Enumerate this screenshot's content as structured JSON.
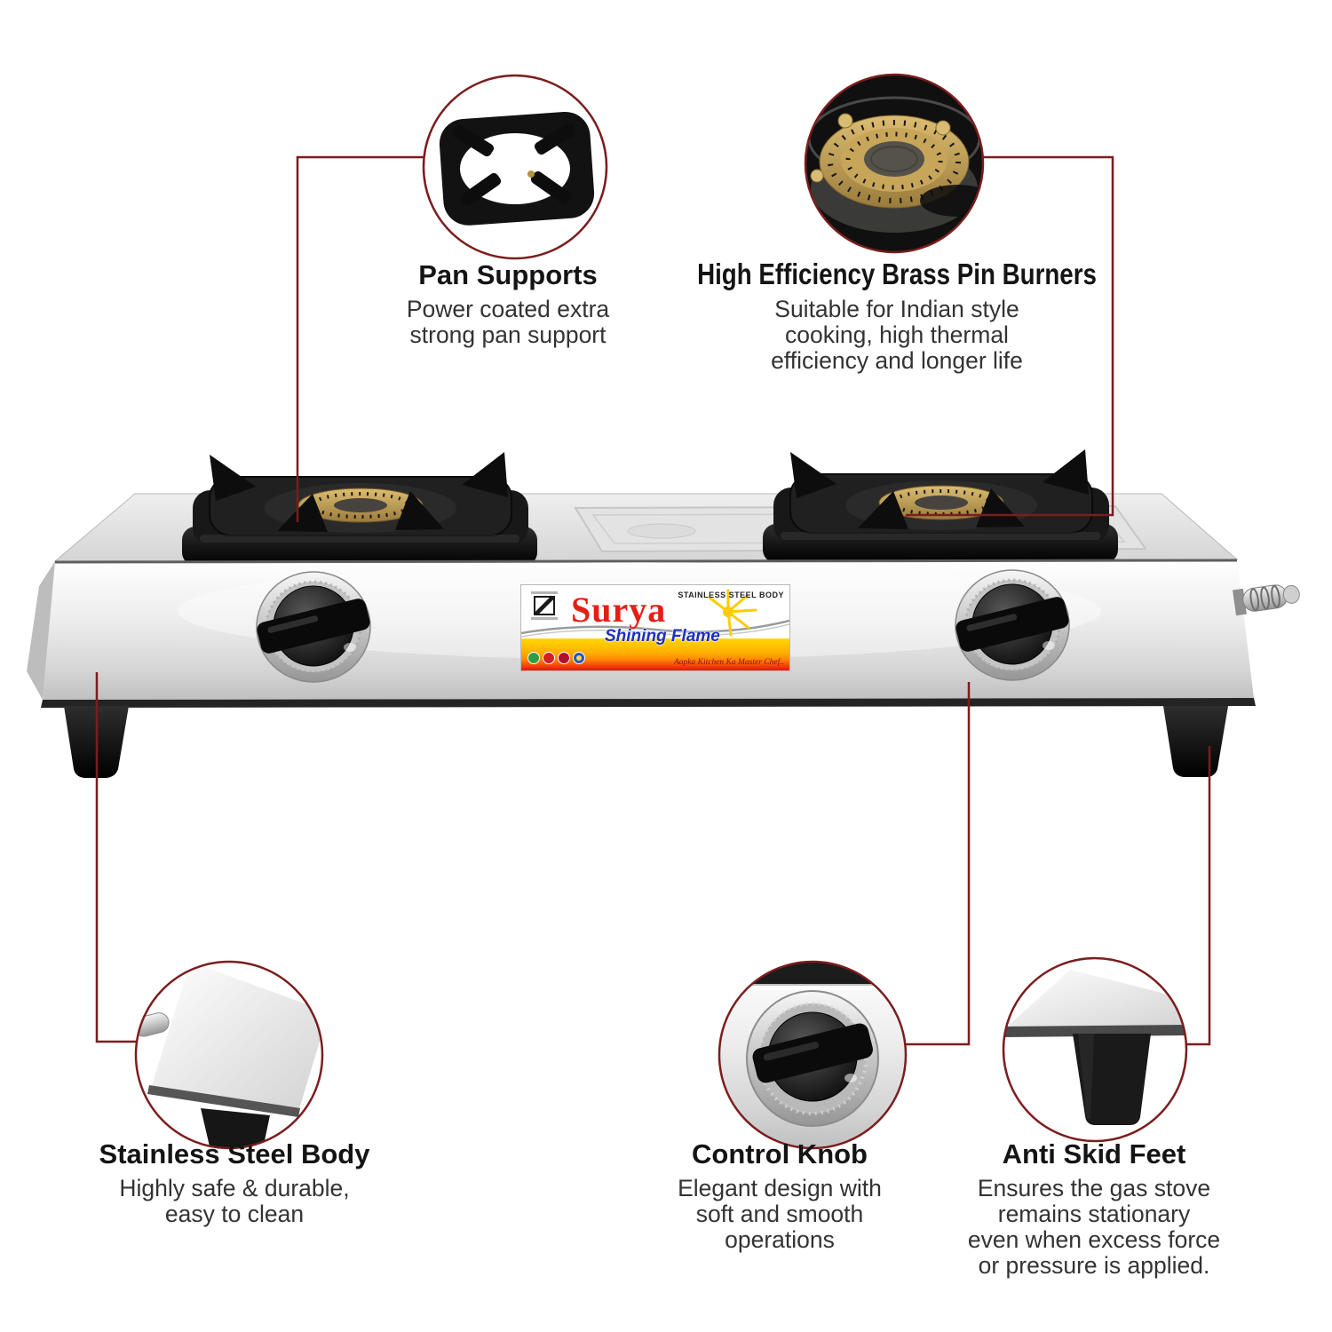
{
  "brand_label": {
    "name": "Surya",
    "tagline": "Shining Flame",
    "top_right": "STAINLESS STEEL BODY",
    "script": "Aapka Kitchen Ka Master Chef..",
    "badge_colors": [
      "#2f9e41",
      "#d42020",
      "#b01030",
      "#2255cc"
    ]
  },
  "features": {
    "pan_supports": {
      "title": "Pan Supports",
      "lines": [
        "Power coated extra",
        "strong pan support"
      ]
    },
    "burners": {
      "title": "High Efficiency Brass Pin Burners",
      "lines": [
        "Suitable for Indian style",
        "cooking, high thermal",
        "efficiency and longer life"
      ]
    },
    "steel_body": {
      "title": "Stainless Steel Body",
      "lines": [
        "Highly safe & durable,",
        "easy to clean"
      ]
    },
    "control_knob": {
      "title": "Control Knob",
      "lines": [
        "Elegant design with",
        "soft and smooth",
        "operations"
      ]
    },
    "anti_skid": {
      "title": "Anti Skid Feet",
      "lines": [
        "Ensures the gas stove",
        "remains stationary",
        "even when excess force",
        "or pressure is applied."
      ]
    }
  },
  "colors": {
    "callout_line": "#7b1d1d",
    "heading_text": "#141414",
    "body_text": "#333333",
    "brand_red": "#e32017",
    "brand_blue": "#1b2fc4",
    "brass": "#c2a057",
    "steel_light": "#f4f4f4",
    "steel_dark": "#bdbdbd",
    "black_parts": "#111111"
  }
}
